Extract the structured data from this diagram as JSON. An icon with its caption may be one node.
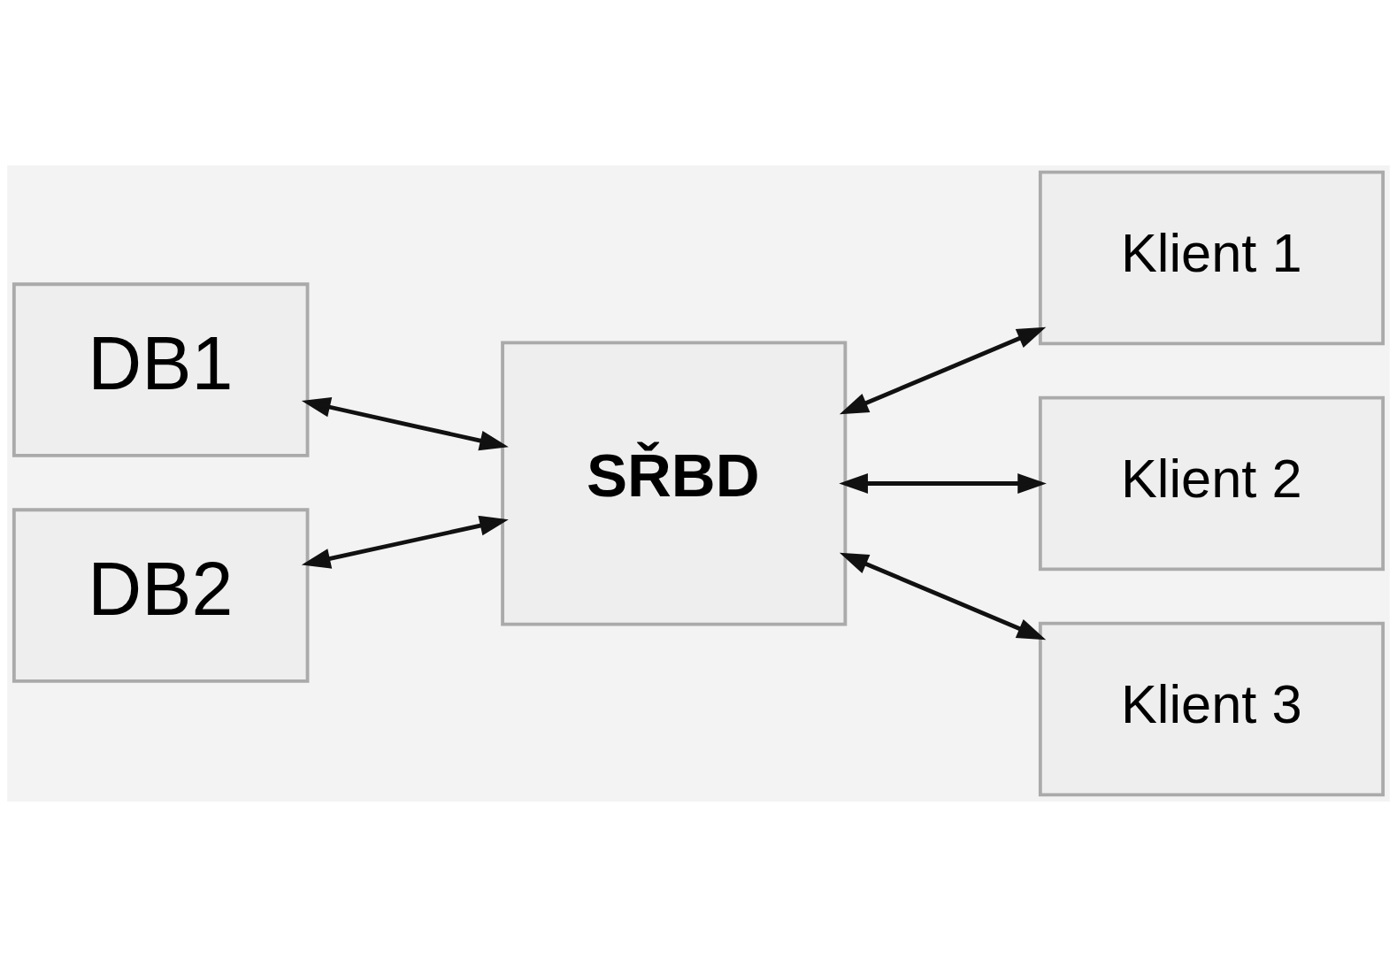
{
  "diagram": {
    "nodes": [
      {
        "text": [
          "DB1"
        ]
      },
      {
        "text": [
          "DB2"
        ]
      },
      {
        "text": [
          "SŘBD"
        ]
      },
      {
        "text": [
          "Klient 1"
        ]
      },
      {
        "text": [
          "Klient 2"
        ]
      },
      {
        "text": [
          "Klient 3"
        ]
      }
    ],
    "edges": [
      {
        "from": 0,
        "to": 2,
        "arrow": "both"
      },
      {
        "from": 1,
        "to": 2,
        "arrow": "both"
      },
      {
        "from": 2,
        "to": 3,
        "arrow": "both"
      },
      {
        "from": 2,
        "to": 4,
        "arrow": "both"
      },
      {
        "from": 2,
        "to": 5,
        "arrow": "both"
      }
    ]
  }
}
